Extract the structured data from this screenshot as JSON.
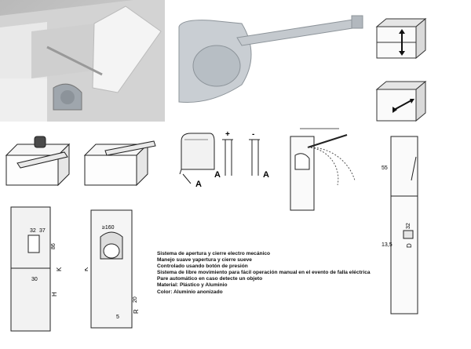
{
  "spec_lines": [
    "Sistema de apertura y cierre electro mecánico",
    "Manejo suave yapertura y cierre sueve",
    "Controlado usando botón de presión",
    "Sistema de libre movimiento para fácil operación manual en el evento de falla eléctrica",
    "Pare automático en caso detecte un objeto",
    "Material: Plástico y Aluminio",
    "Color: Aluminio anonizado"
  ],
  "labels": {
    "section_a": "A",
    "plus": "+",
    "minus": "-",
    "dim_160": "≥160",
    "dim_32": "32",
    "dim_37": "37",
    "dim_86": "86",
    "dim_30": "30",
    "dim_k": "K",
    "dim_h": "H",
    "dim_20": "20",
    "dim_r": "R",
    "dim_5": "5",
    "dim_55": "55",
    "dim_32b": "32",
    "dim_d": "D",
    "dim_13_5": "13,5"
  }
}
